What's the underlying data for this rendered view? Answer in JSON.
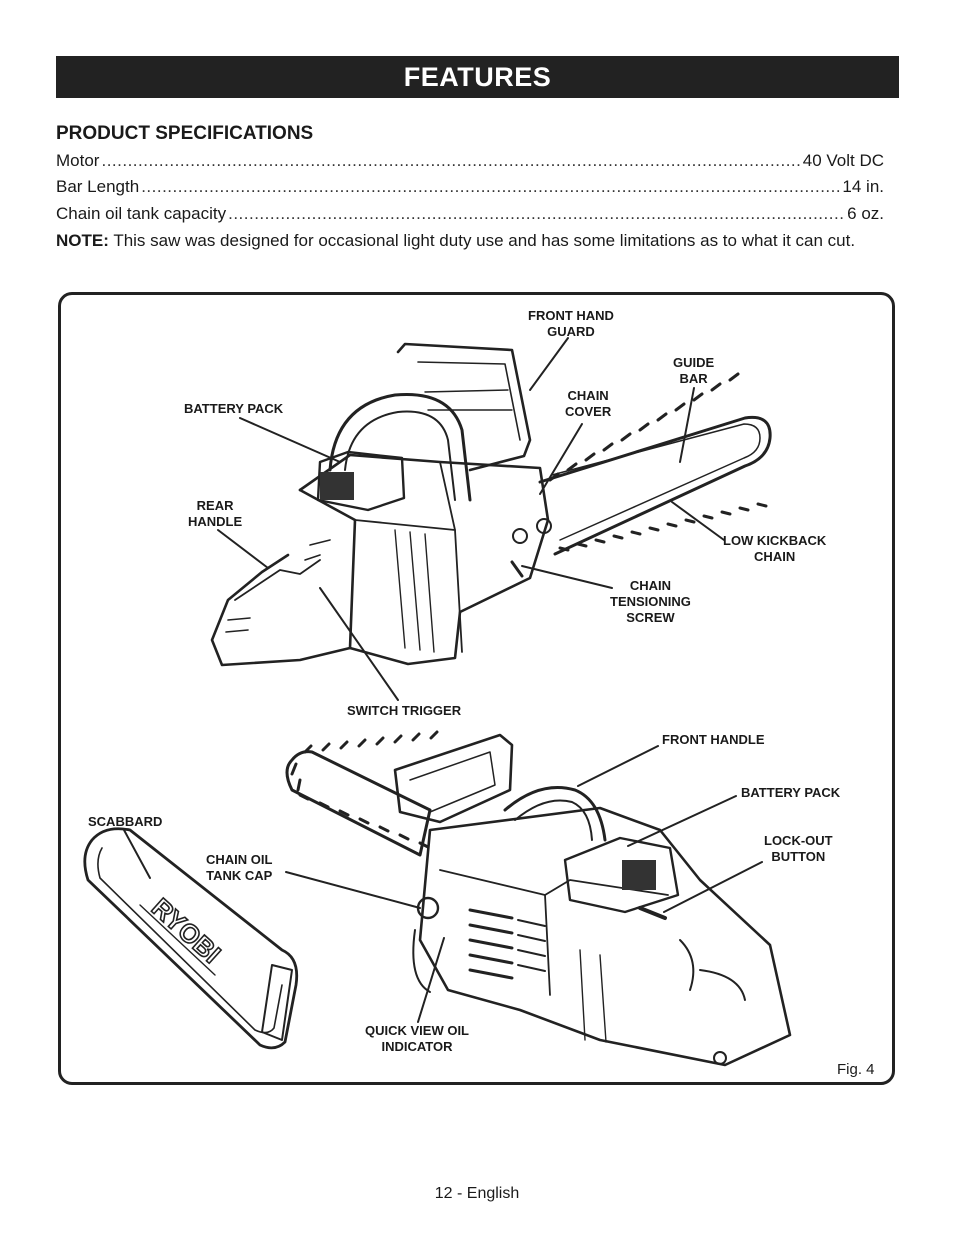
{
  "header": {
    "title": "FEATURES"
  },
  "specifications": {
    "heading": "PRODUCT SPECIFICATIONS",
    "items": [
      {
        "label": "Motor",
        "value": "40 Volt DC"
      },
      {
        "label": "Bar Length",
        "value": "14 in."
      },
      {
        "label": "Chain oil tank capacity",
        "value": "6 oz."
      }
    ],
    "note_label": "NOTE:",
    "note_text": "This saw was designed for occasional light duty use and has some limitations as to what it can cut."
  },
  "figure": {
    "callouts_top": {
      "front_hand_guard": [
        "FRONT HAND",
        "GUARD"
      ],
      "guide_bar": [
        "GUIDE",
        "BAR"
      ],
      "chain_cover": [
        "CHAIN",
        "COVER"
      ],
      "battery_pack": "BATTERY PACK",
      "rear_handle": [
        "REAR",
        "HANDLE"
      ],
      "low_kickback_chain": [
        "LOW KICKBACK",
        "CHAIN"
      ],
      "chain_tensioning_screw": [
        "CHAIN",
        "TENSIONING",
        "SCREW"
      ],
      "switch_trigger": "SWITCH TRIGGER"
    },
    "callouts_bottom": {
      "front_handle": "FRONT HANDLE",
      "battery_pack": "BATTERY PACK",
      "scabbard": "SCABBARD",
      "lock_out_button": [
        "LOCK-OUT",
        "BUTTON"
      ],
      "chain_oil_tank_cap": [
        "CHAIN OIL",
        "TANK CAP"
      ],
      "quick_view_oil_indicator": [
        "QUICK VIEW OIL",
        "INDICATOR"
      ]
    },
    "scabbard_brand": "RYOBI",
    "fig_label": "Fig. 4"
  },
  "footer": {
    "page": "12 - English"
  }
}
